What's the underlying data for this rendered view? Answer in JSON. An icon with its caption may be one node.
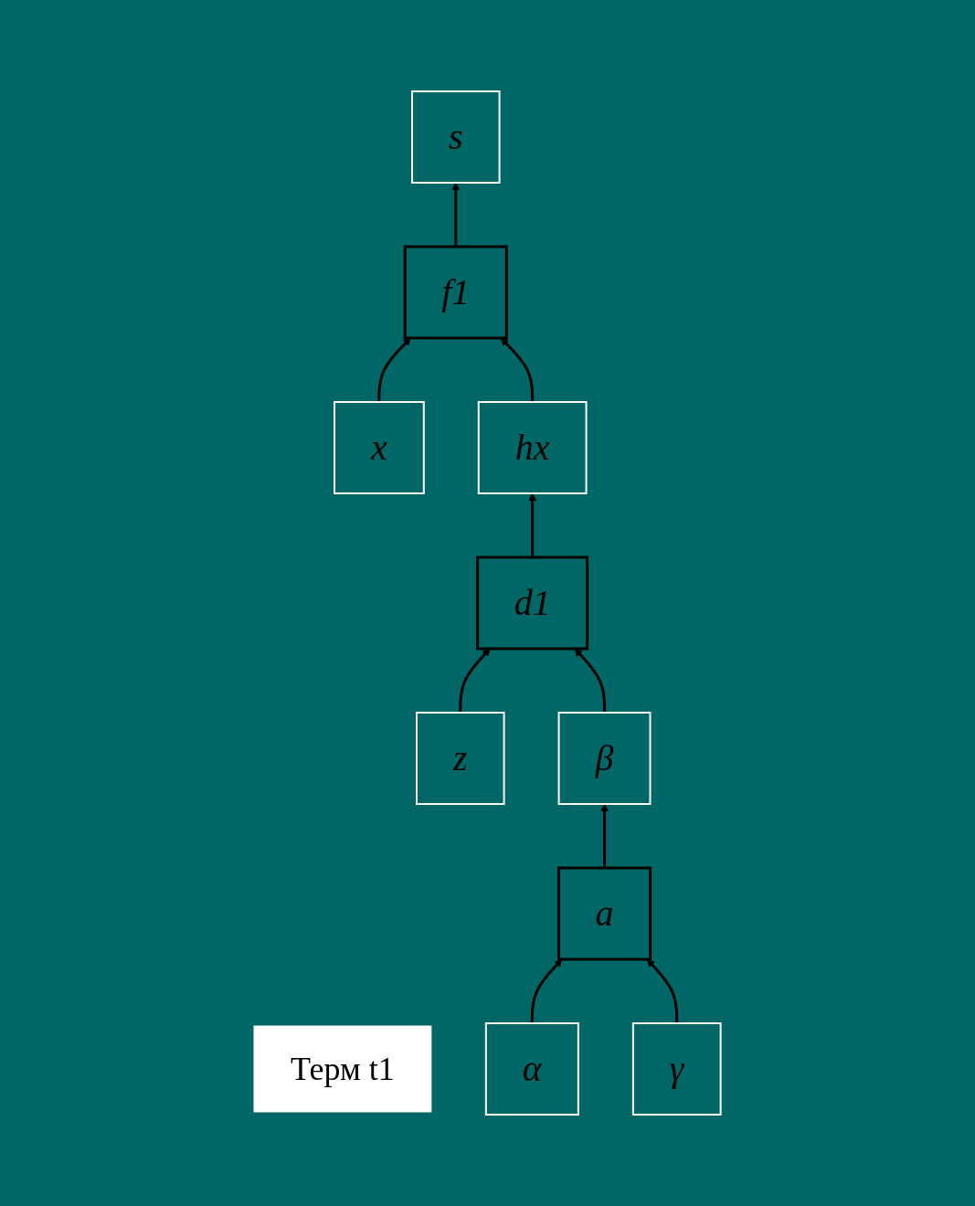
{
  "diagram": {
    "nodes": [
      {
        "text": [
          "s"
        ]
      },
      {
        "text": [
          "f1"
        ]
      },
      {
        "text": [
          "Терм t1"
        ]
      },
      {
        "text": [
          "x"
        ]
      },
      {
        "text": [
          "hx"
        ]
      },
      {
        "text": [
          "d1"
        ]
      },
      {
        "text": [
          "z"
        ]
      },
      {
        "text": [
          "β"
        ]
      },
      {
        "text": [
          "a"
        ]
      },
      {
        "text": [
          "α"
        ]
      },
      {
        "text": [
          "γ"
        ]
      }
    ],
    "edges": [
      {
        "from": 1,
        "to": 0,
        "arrow": "to"
      },
      {
        "from": 3,
        "to": 1,
        "arrow": "to"
      },
      {
        "from": 4,
        "to": 1,
        "arrow": "to"
      },
      {
        "from": 5,
        "to": 4,
        "arrow": "to"
      },
      {
        "from": 6,
        "to": 5,
        "arrow": "to"
      },
      {
        "from": 7,
        "to": 5,
        "arrow": "to"
      },
      {
        "from": 8,
        "to": 7,
        "arrow": "to"
      },
      {
        "from": 9,
        "to": 8,
        "arrow": "to"
      },
      {
        "from": 10,
        "to": 8,
        "arrow": "to"
      }
    ]
  }
}
